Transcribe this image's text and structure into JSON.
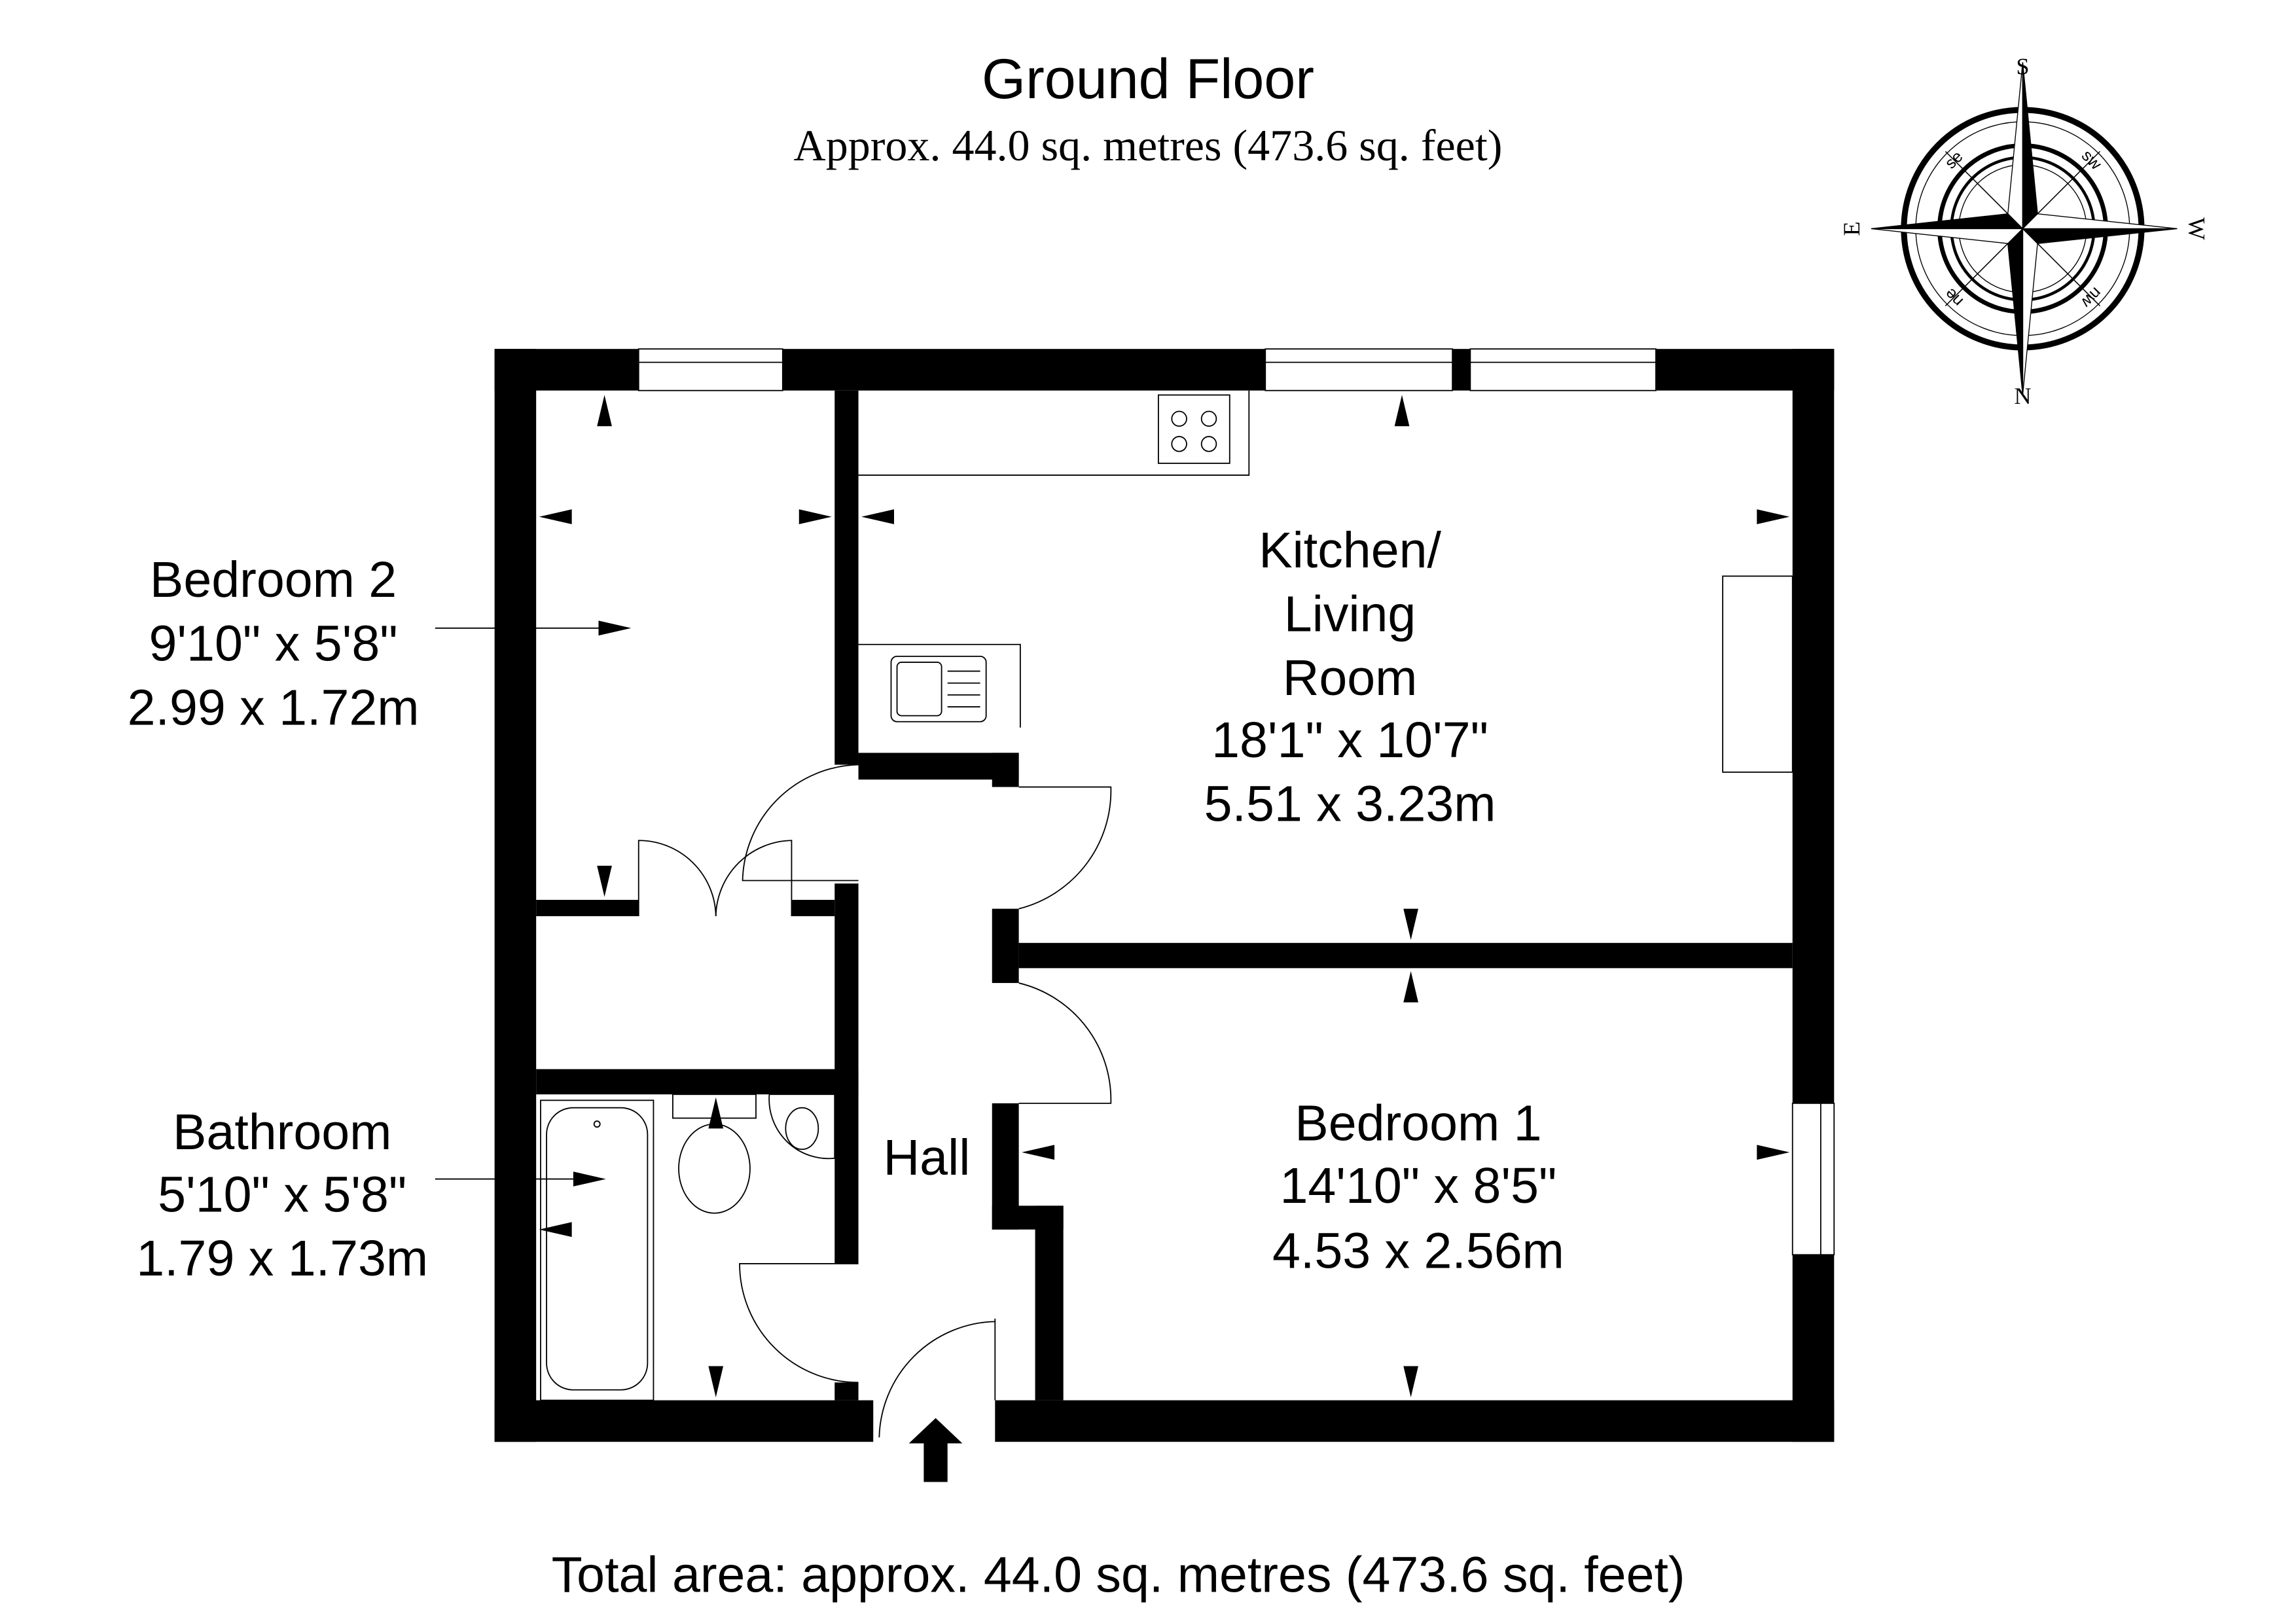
{
  "header": {
    "title": "Ground Floor",
    "subtitle": "Approx. 44.0 sq. metres (473.6 sq. feet)"
  },
  "compass": {
    "labels": {
      "n": "N",
      "s": "S",
      "e": "E",
      "w": "W",
      "ne": "ne",
      "nw": "nw",
      "se": "se",
      "sw": "sw"
    }
  },
  "rooms": {
    "bedroom2": {
      "name": "Bedroom 2",
      "imperial": "9'10\" x 5'8\"",
      "metric": "2.99 x 1.72m"
    },
    "bathroom": {
      "name": "Bathroom",
      "imperial": "5'10\" x 5'8\"",
      "metric": "1.79 x 1.73m"
    },
    "kitchen": {
      "name_line1": "Kitchen/",
      "name_line2": "Living",
      "name_line3": "Room",
      "imperial": "18'1\" x 10'7\"",
      "metric": "5.51 x 3.23m"
    },
    "hall": {
      "name": "Hall"
    },
    "bedroom1": {
      "name": "Bedroom 1",
      "imperial": "14'10\" x 8'5\"",
      "metric": "4.53 x 2.56m"
    }
  },
  "footer": {
    "total_area": "Total area: approx. 44.0 sq. metres (473.6 sq. feet)"
  }
}
